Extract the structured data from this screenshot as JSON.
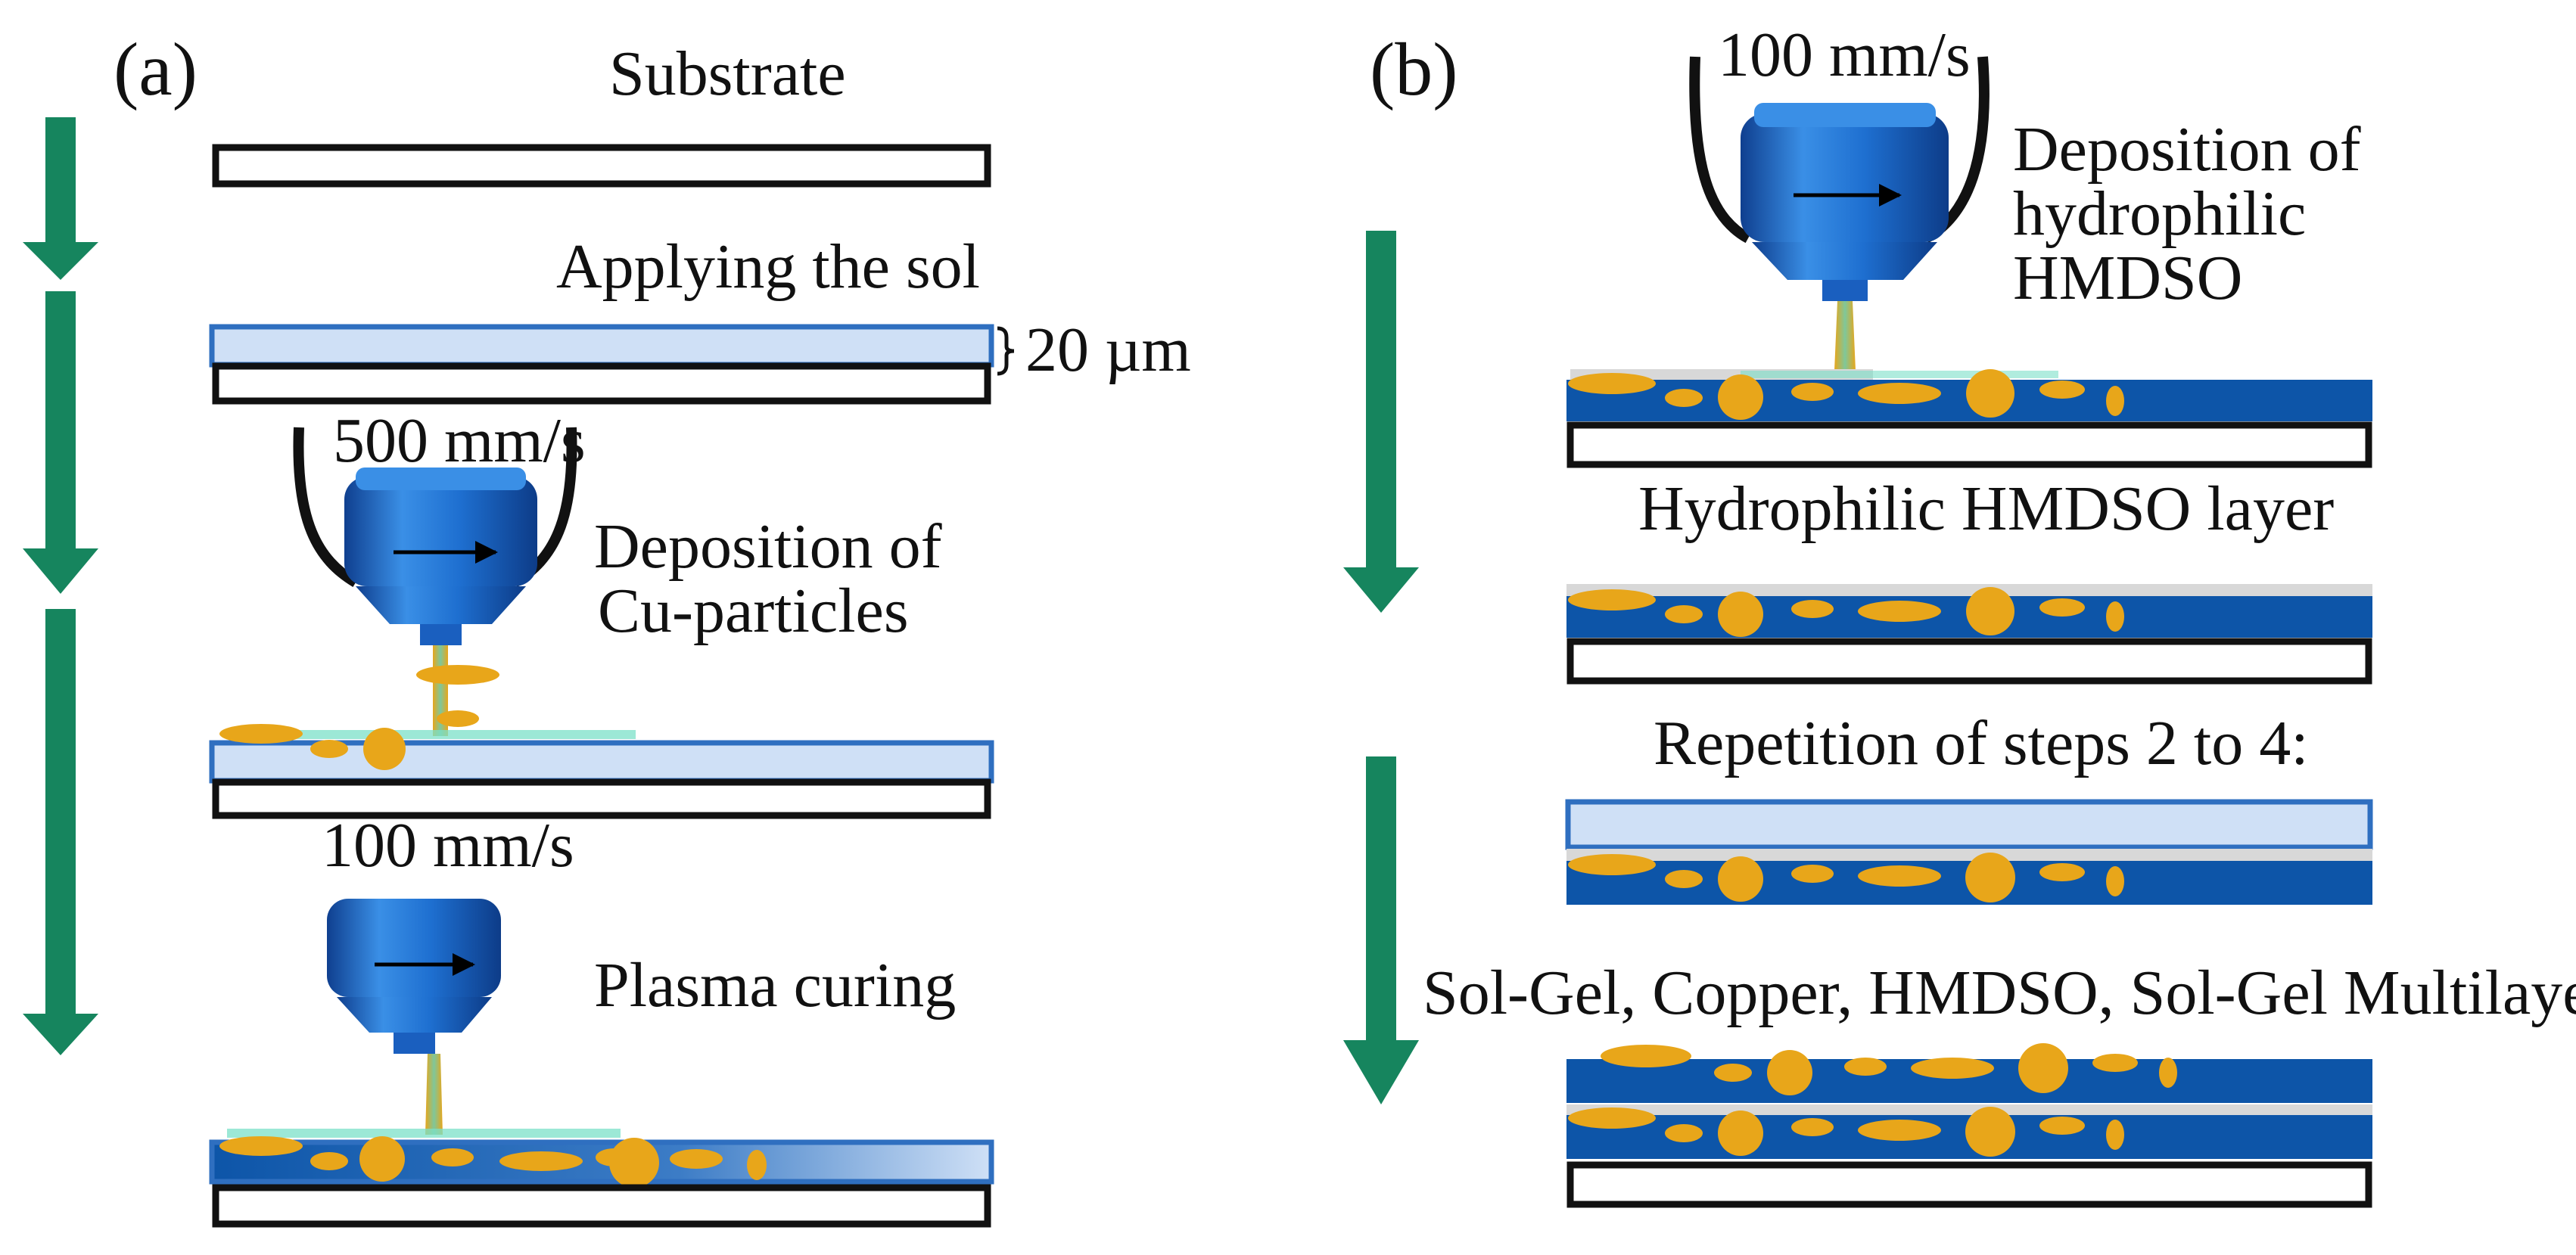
{
  "panel_a": {
    "label": "(a)",
    "steps": {
      "substrate": "Substrate",
      "applying_sol": "Applying the sol",
      "thickness": "20 µm",
      "cu_speed": "500 mm/s",
      "cu_deposition_line1": "Deposition of",
      "cu_deposition_line2": "Cu-particles",
      "curing_speed": "100 mm/s",
      "plasma_curing": "Plasma curing"
    }
  },
  "panel_b": {
    "label": "(b)",
    "steps": {
      "hmdso_speed": "100 mm/s",
      "hmdso_deposition_line1": "Deposition of",
      "hmdso_deposition_line2": "hydrophilic",
      "hmdso_deposition_line3": "HMDSO",
      "hmdso_layer": "Hydrophilic HMDSO layer",
      "repetition": "Repetition of steps 2 to 4:",
      "multilayer": "Sol-Gel, Copper, HMDSO, Sol-Gel Multilayer"
    }
  },
  "colors": {
    "arrow": "#16855e",
    "nozzle": "#1f6fd0",
    "sol": "#cfe0f6",
    "coating": "#0d55a8",
    "particle": "#e8a61a",
    "hmdso": "#d8d8d8",
    "substrate_border": "#111111"
  }
}
